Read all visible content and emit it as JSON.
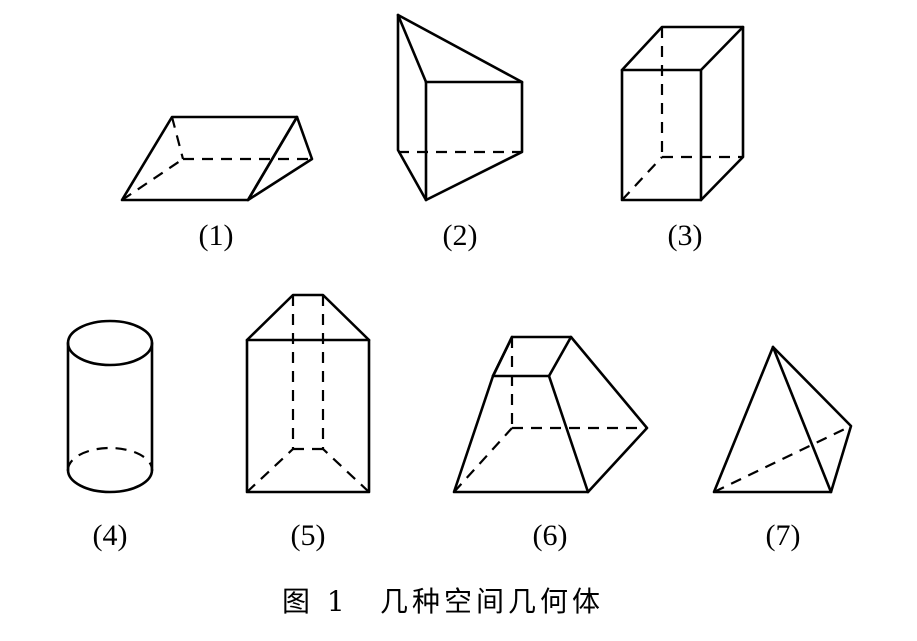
{
  "figure": {
    "labels": [
      "(1)",
      "(2)",
      "(3)",
      "(4)",
      "(5)",
      "(6)",
      "(7)"
    ],
    "caption_number": "图 1",
    "caption_text": "几种空间几何体"
  }
}
